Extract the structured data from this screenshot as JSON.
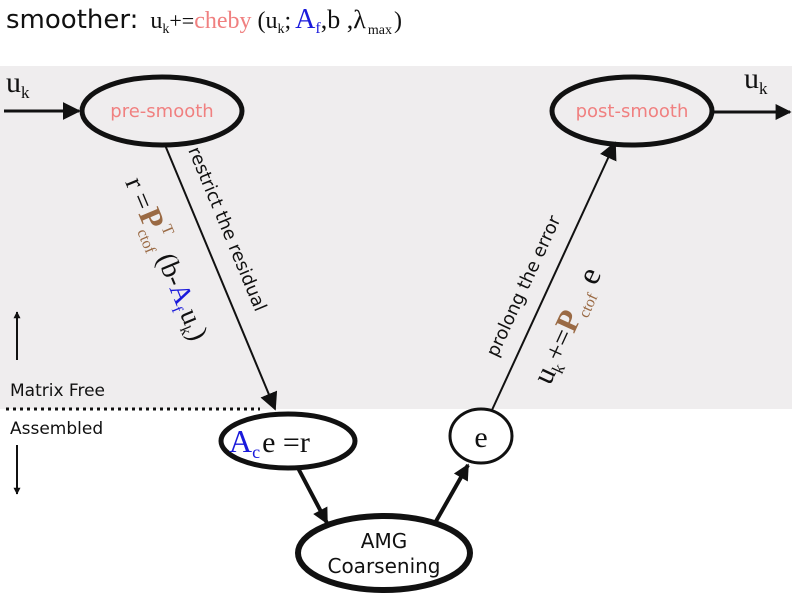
{
  "colors": {
    "band": "#efedee",
    "salmon": "#f08080",
    "blue": "#1a1adb",
    "brown": "#9a6a44",
    "ink": "#111111"
  },
  "header": {
    "label": "smoother:",
    "u": "u",
    "k": "k",
    "plus_eq": "+=",
    "cheby": "cheby",
    "open": "(",
    "semi": ";",
    "A": "A",
    "f": "f",
    "comma_b": ",b ,",
    "lambda": "λ",
    "max": "max",
    "close": ")"
  },
  "input": {
    "u": "u",
    "k": "k"
  },
  "output": {
    "u": "u",
    "k": "k"
  },
  "nodes": {
    "pre_smooth": "pre-smooth",
    "post_smooth": "post-smooth",
    "coarse_A": "A",
    "coarse_c": "c",
    "coarse_rest": "e =r",
    "error": "e",
    "amg_line1": "AMG",
    "amg_line2": "Coarsening"
  },
  "restrict": {
    "label": "restrict the residual",
    "r_eq": "r =",
    "P": "P",
    "T": "T",
    "ctof": "ctof",
    "open_b": " (b-",
    "A": "A",
    "f": "f",
    "u": "u",
    "k": "k",
    "close": ")"
  },
  "prolong": {
    "label": "prolong the error",
    "u": "u",
    "k": "k",
    "plus_eq": "+=",
    "P": "P",
    "ctof": "ctof",
    "e": " e"
  },
  "regions": {
    "matrix_free": "Matrix Free",
    "assembled": "Assembled"
  }
}
